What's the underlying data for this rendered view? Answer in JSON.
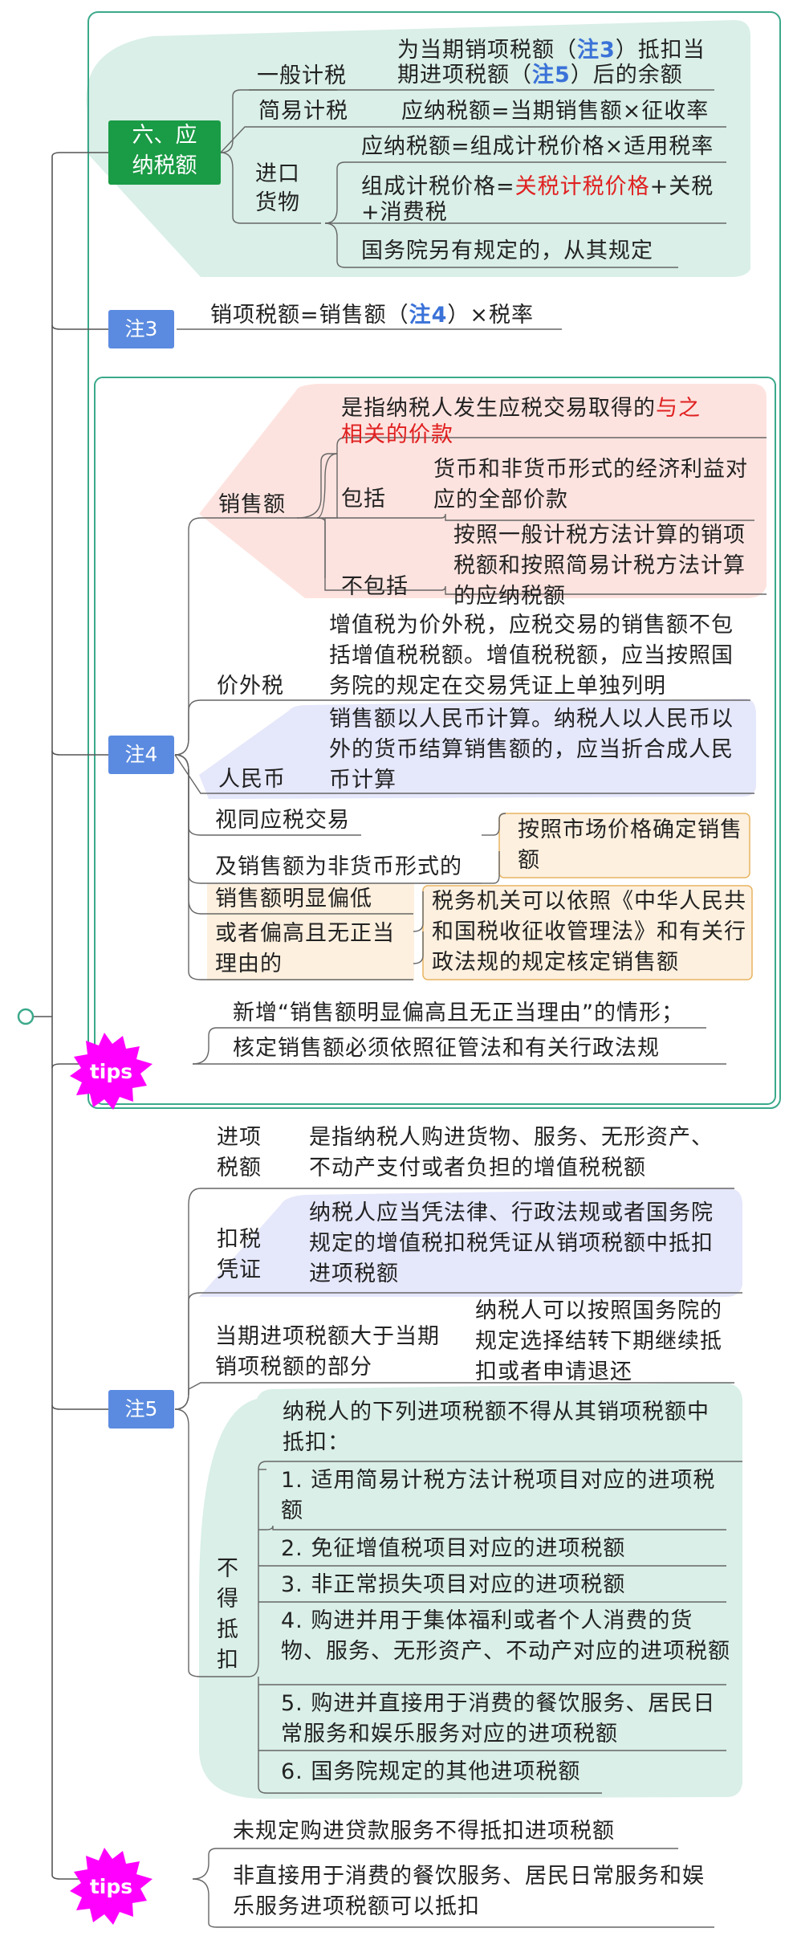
{
  "s6": {
    "title_l1": "六、应",
    "title_l2": "纳税额",
    "general": "一般计税",
    "general_d1a": "为当期销项税额（",
    "general_d1b": "注3",
    "general_d1c": "）抵扣当",
    "general_d2a": "期进项税额（",
    "general_d2b": "注5",
    "general_d2c": "）后的余额",
    "simple": "简易计税",
    "simple_d": "应纳税额=当期销售额×征收率",
    "import_l1": "进口",
    "import_l2": "货物",
    "import_d1": "应纳税额=组成计税价格×适用税率",
    "import_d2a": "组成计税价格=",
    "import_d2b": "关税计税价格",
    "import_d2c": "+关税",
    "import_d2d": "+消费税",
    "import_d3": "国务院另有规定的，从其规定"
  },
  "note3": {
    "label": "注3",
    "d_a": "销项税额=销售额（",
    "d_b": "注4",
    "d_c": "）×税率"
  },
  "note4": {
    "label": "注4",
    "sales": "销售额",
    "sales_d1": "是指纳税人发生应税交易取得的",
    "sales_d1_red": "与之",
    "sales_d2_red": "相关的价款",
    "incl": "包括",
    "incl_d": "货币和非货币形式的经济利益对应的全部价款",
    "excl": "不包括",
    "excl_d": "按照一般计税方法计算的销项税额和按照简易计税方法计算的应纳税额",
    "extra": "价外税",
    "extra_d": "增值税为价外税，应税交易的销售额不包括增值税税额。增值税税额，应当按照国务院的规定在交易凭证上单独列明",
    "rmb": "人民币",
    "rmb_d": "销售额以人民币计算。纳税人以人民币以外的货币结算销售额的，应当折合成人民币计算",
    "deemed1": "视同应税交易",
    "deemed2": "及销售额为非货币形式的",
    "deemed_d": "按照市场价格确定销售额",
    "low1": "销售额明显偏低",
    "low2": "或者偏高且无正当理由的",
    "low_d": "税务机关可以依照《中华人民共和国税收征收管理法》和有关行政法规的规定核定销售额",
    "tips": "tips",
    "tips_d1": "新增“销售额明显偏高且无正当理由”的情形；",
    "tips_d2": "核定销售额必须依照征管法和有关行政法规"
  },
  "note5": {
    "label": "注5",
    "input": "进项税额",
    "input_d": "是指纳税人购进货物、服务、无形资产、不动产支付或者负担的增值税税额",
    "voucher": "扣税凭证",
    "voucher_d": "纳税人应当凭法律、行政法规或者国务院规定的增值税扣税凭证从销项税额中抵扣进项税额",
    "excess": "当期进项税额大于当期销项税额的部分",
    "excess_d": "纳税人可以按照国务院的规定选择结转下期继续抵扣或者申请退还",
    "nodeduct": "不得抵扣",
    "nodeduct_d": "纳税人的下列进项税额不得从其销项税额中抵扣：",
    "items": [
      "1. 适用简易计税方法计税项目对应的进项税额",
      "2. 免征增值税项目对应的进项税额",
      "3. 非正常损失项目对应的进项税额",
      "4. 购进并用于集体福利或者个人消费的货物、服务、无形资产、不动产对应的进项税额",
      "5. 购进并直接用于消费的餐饮服务、居民日常服务和娱乐服务对应的进项税额",
      "6. 国务院规定的其他进项税额"
    ],
    "tips": "tips",
    "tips_d1": "未规定购进贷款服务不得抵扣进项税额",
    "tips_d2": "非直接用于消费的餐饮服务、居民日常服务和娱乐服务进项税额可以抵扣"
  },
  "colors": {
    "green_bg": "#d9efe7",
    "pink_bg": "#fde3df",
    "lavender_bg": "#e5e7fb",
    "orange_bg": "#fdf0df",
    "node_green": "#1a9b45",
    "node_blue": "#5b8be0",
    "tips": "#ff00ff"
  }
}
